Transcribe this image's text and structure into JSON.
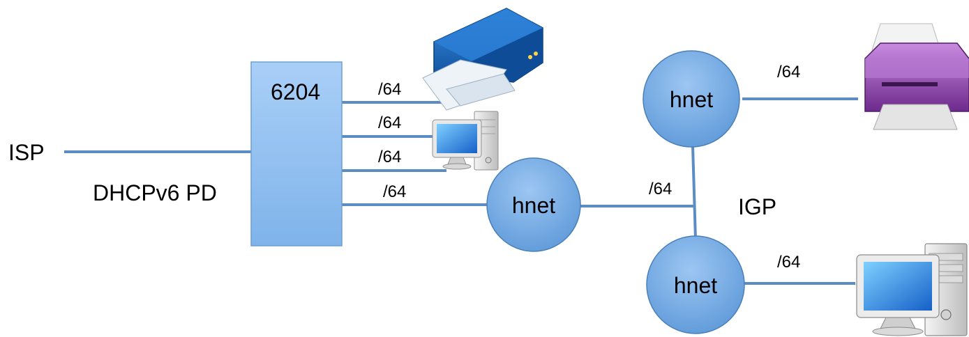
{
  "labels": {
    "isp": "ISP",
    "dhcp": "DHCPv6 PD",
    "router": "6204",
    "igp": "IGP",
    "hnet_center": "hnet",
    "hnet_top": "hnet",
    "hnet_bottom": "hnet"
  },
  "prefix_labels": [
    "/64",
    "/64",
    "/64",
    "/64",
    "/64",
    "/64",
    "/64"
  ],
  "colors": {
    "line": "#5b8cc4",
    "router_fill": "#8ebff2",
    "router_stroke": "#6f9fd0",
    "node_fill": "#6fa8e6",
    "node_stroke": "#4a7fb8"
  },
  "icons": [
    "printer-icon",
    "desktop-computer-icon",
    "printer-icon",
    "desktop-computer-icon"
  ]
}
